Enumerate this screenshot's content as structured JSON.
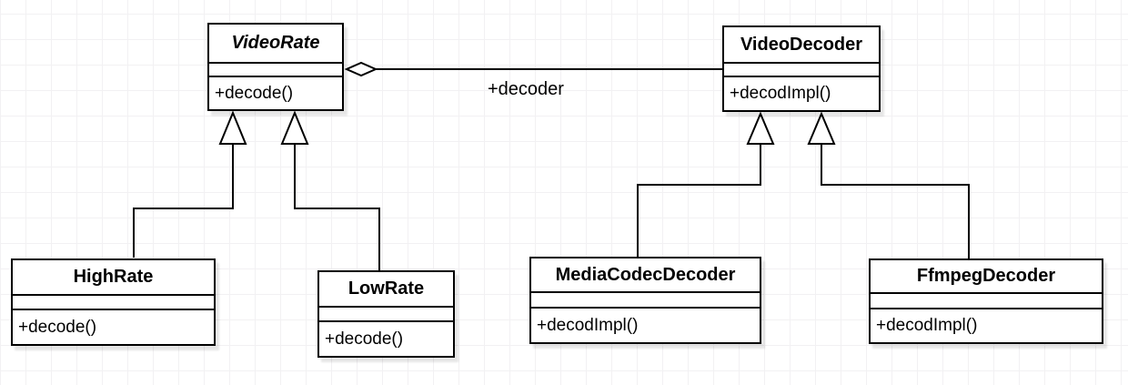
{
  "diagram": {
    "kind": "uml-class-diagram",
    "classes": [
      {
        "name": "VideoRate",
        "abstract": true,
        "attributes": [],
        "methods": [
          "+decode()"
        ]
      },
      {
        "name": "VideoDecoder",
        "abstract": false,
        "attributes": [],
        "methods": [
          "+decodImpl()"
        ]
      },
      {
        "name": "HighRate",
        "abstract": false,
        "attributes": [],
        "methods": [
          "+decode()"
        ]
      },
      {
        "name": "LowRate",
        "abstract": false,
        "attributes": [],
        "methods": [
          "+decode()"
        ]
      },
      {
        "name": "MediaCodecDecoder",
        "abstract": false,
        "attributes": [],
        "methods": [
          "+decodImpl()"
        ]
      },
      {
        "name": "FfmpegDecoder",
        "abstract": false,
        "attributes": [],
        "methods": [
          "+decodImpl()"
        ]
      }
    ],
    "relationships": [
      {
        "type": "aggregation",
        "from": "VideoRate",
        "to": "VideoDecoder",
        "label": "+decoder"
      },
      {
        "type": "generalization",
        "from": "HighRate",
        "to": "VideoRate",
        "label": ""
      },
      {
        "type": "generalization",
        "from": "LowRate",
        "to": "VideoRate",
        "label": ""
      },
      {
        "type": "generalization",
        "from": "MediaCodecDecoder",
        "to": "VideoDecoder",
        "label": ""
      },
      {
        "type": "generalization",
        "from": "FfmpegDecoder",
        "to": "VideoDecoder",
        "label": ""
      }
    ],
    "colors": {
      "stroke": "#000000",
      "shape_fill": "#ffffff",
      "grid_line": "#f2f1f3",
      "background": "#ffffff"
    }
  }
}
